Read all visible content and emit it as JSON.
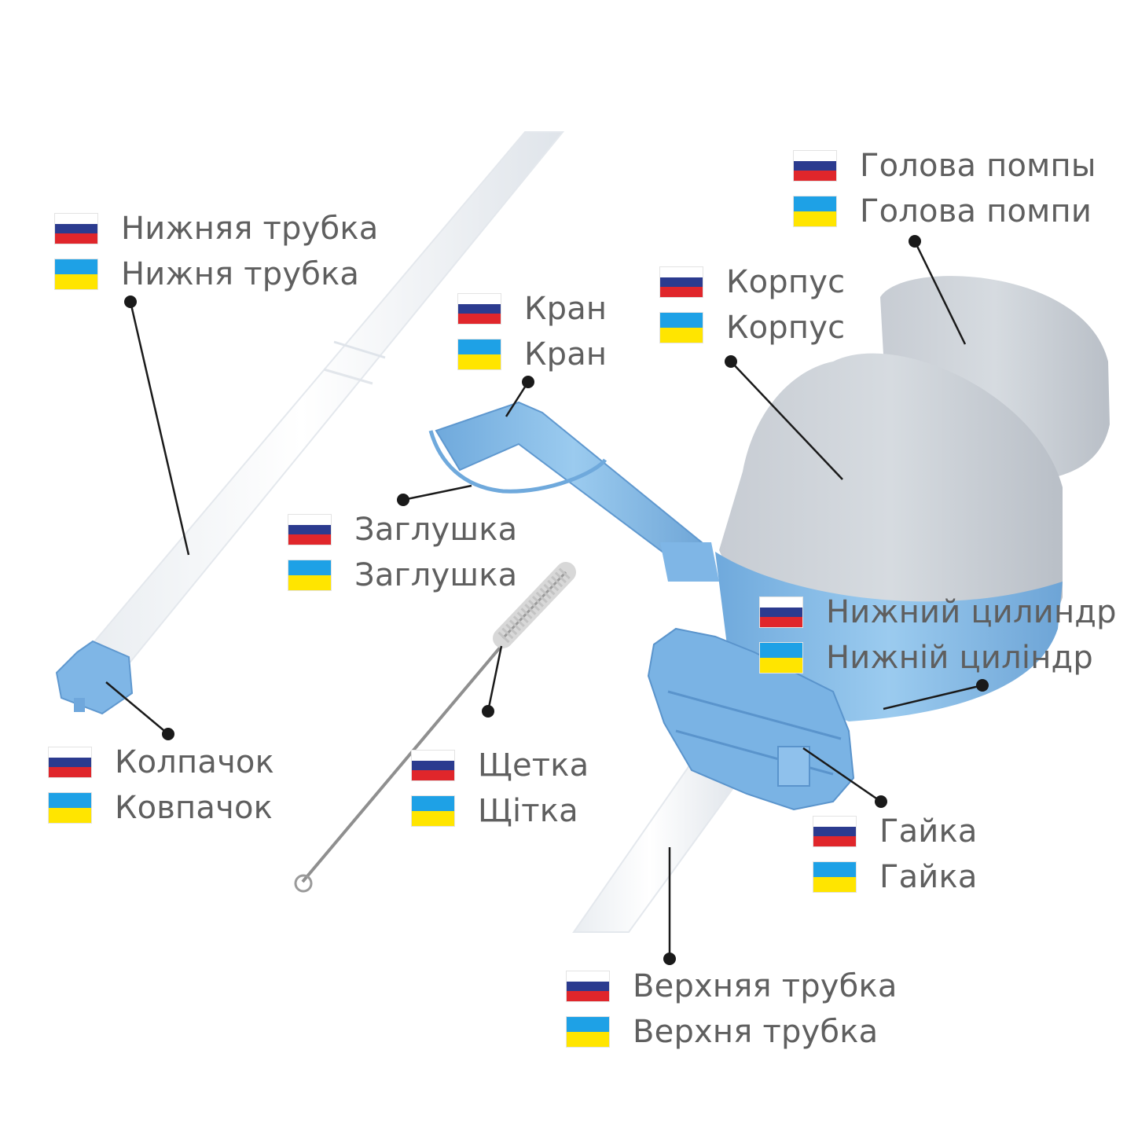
{
  "colors": {
    "ru": [
      "#ffffff",
      "#2b3b8f",
      "#e0262b"
    ],
    "ua": [
      "#1ea1e6",
      "#ffe500"
    ],
    "label_text": "#5f5f5f",
    "leader_line": "#1a1a1a",
    "pump_blue": "#8ec3ea",
    "pump_grey": "#c9cfd6"
  },
  "parts": [
    {
      "id": "lower-tube",
      "ru": "Нижняя трубка",
      "ua": "Нижня трубка"
    },
    {
      "id": "cap",
      "ru": "Колпачок",
      "ua": "Ковпачок"
    },
    {
      "id": "tap",
      "ru": "Кран",
      "ua": "Кран"
    },
    {
      "id": "plug",
      "ru": "Заглушка",
      "ua": "Заглушка"
    },
    {
      "id": "brush",
      "ru": "Щетка",
      "ua": "Щітка"
    },
    {
      "id": "pump-head",
      "ru": "Голова помпы",
      "ua": "Голова помпи"
    },
    {
      "id": "body",
      "ru": "Корпус",
      "ua": "Корпус"
    },
    {
      "id": "lower-cylinder",
      "ru": "Нижний цилиндр",
      "ua": "Нижній циліндр"
    },
    {
      "id": "nut",
      "ru": "Гайка",
      "ua": "Гайка"
    },
    {
      "id": "upper-tube",
      "ru": "Верхняя трубка",
      "ua": "Верхня трубка"
    }
  ]
}
